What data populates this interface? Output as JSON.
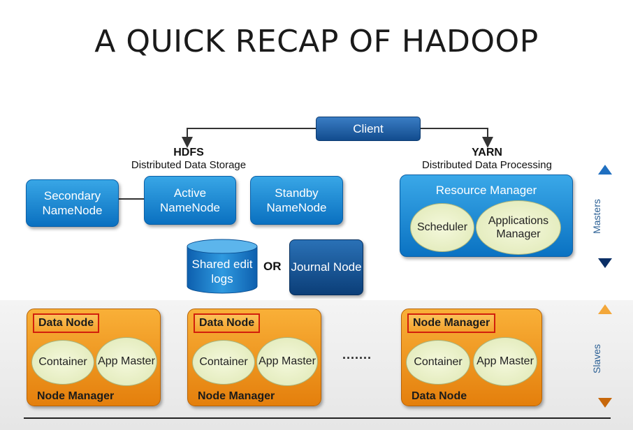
{
  "title": "A QUICK RECAP OF HADOOP",
  "client": "Client",
  "hdfs": {
    "heading": "HDFS",
    "subheading": "Distributed Data Storage"
  },
  "yarn": {
    "heading": "YARN",
    "subheading": "Distributed Data Processing"
  },
  "secondary_namenode": "Secondary NameNode",
  "active_namenode": "Active NameNode",
  "standby_namenode": "Standby NameNode",
  "shared_edit_logs": "Shared edit logs",
  "or": "OR",
  "journal_node": "Journal Node",
  "resource_manager": {
    "title": "Resource Manager",
    "scheduler": "Scheduler",
    "applications_manager": "Applications Manager"
  },
  "workers": [
    {
      "label": "Data Node",
      "container": "Container",
      "app_master": "App Master",
      "footer": "Node Manager"
    },
    {
      "label": "Data Node",
      "container": "Container",
      "app_master": "App Master",
      "footer": "Node Manager"
    },
    {
      "label": "Node Manager",
      "container": "Container",
      "app_master": "App Master",
      "footer": "Data Node"
    }
  ],
  "ellipsis": ".......",
  "masters_label": "Masters",
  "slaves_label": "Slaves",
  "colors": {
    "light_blue": "#1c8fd8",
    "dark_blue": "#0b3e78",
    "orange": "#f09a20",
    "ellipse": "#eef3cf",
    "label_border": "#d21f0c"
  }
}
